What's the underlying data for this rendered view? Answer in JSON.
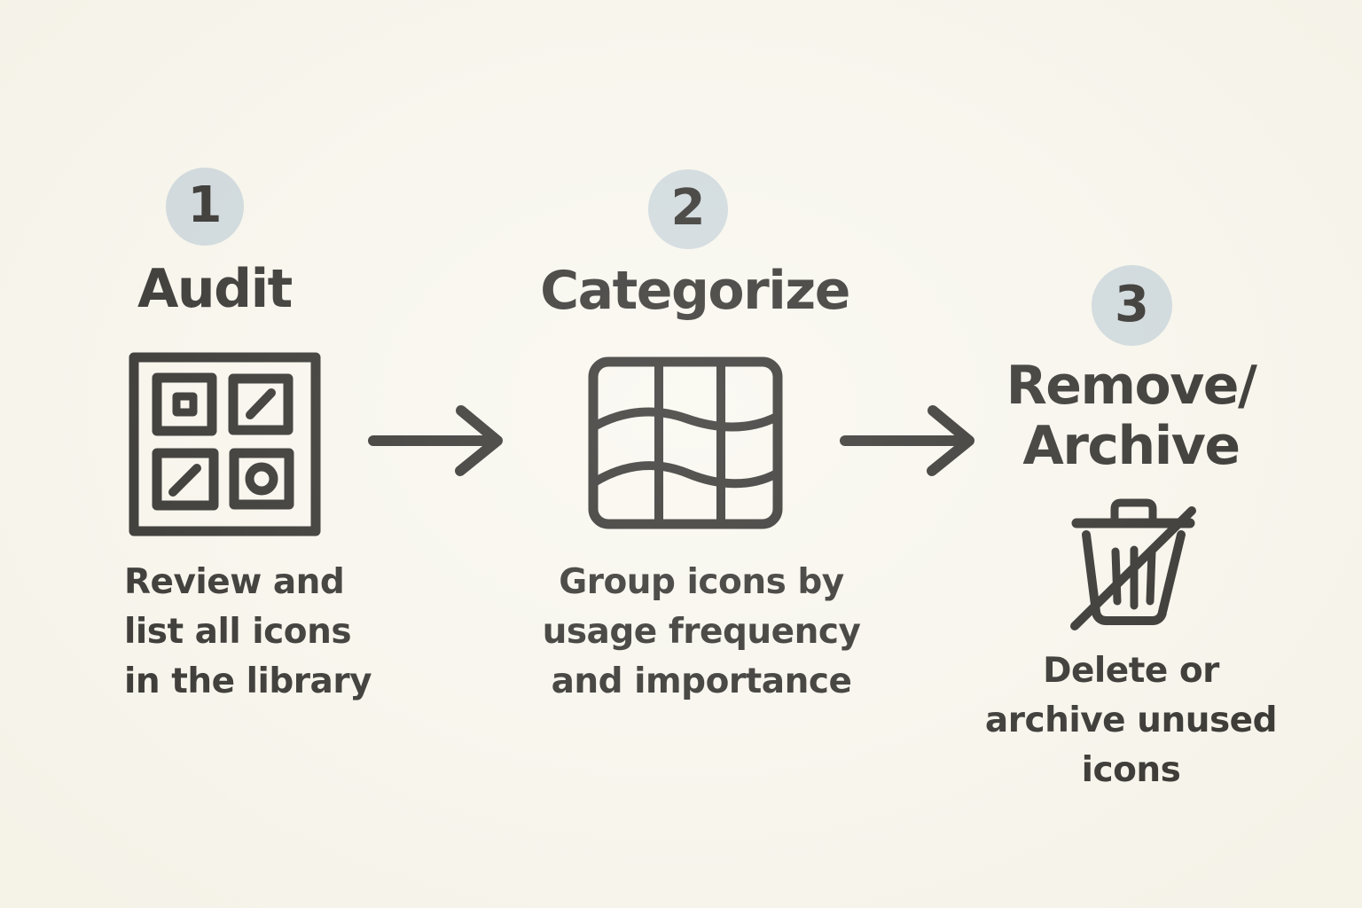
{
  "diagram": {
    "title_semantic": "icon-library-cleanup-process",
    "colors": {
      "background": "#f9f7ee",
      "ink": "#211f1c",
      "badge_circle": "#ccd7dc"
    },
    "steps": [
      {
        "number": "1",
        "title": "Audit",
        "description": "Review and\nlist all icons\nin the library",
        "icon": "audit-grid-icon"
      },
      {
        "number": "2",
        "title": "Categorize",
        "description": "Group icons by\nusage frequency\nand importance",
        "icon": "category-map-grid-icon"
      },
      {
        "number": "3",
        "title": "Remove/\nArchive",
        "description": "Delete or\narchive unused\nicons",
        "icon": "trash-crossed-icon"
      }
    ],
    "connectors": [
      {
        "icon": "arrow-right-icon"
      },
      {
        "icon": "arrow-right-icon"
      }
    ]
  }
}
